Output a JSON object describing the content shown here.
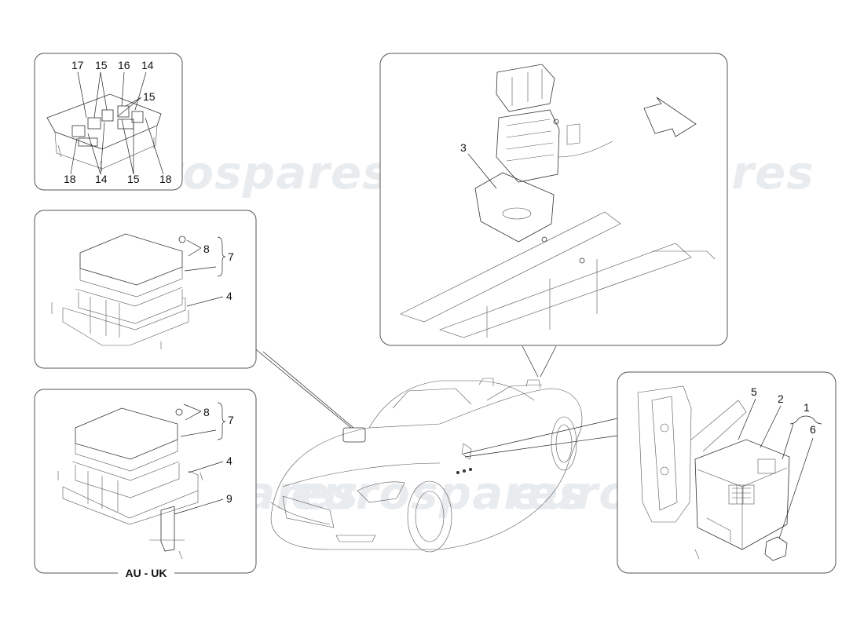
{
  "watermark": "eurospares",
  "region_label": "AU - UK",
  "callouts": {
    "fusebox_top": {
      "c17": "17",
      "c15a": "15",
      "c16": "16",
      "c14a": "14",
      "c15b": "15",
      "c18a": "18",
      "c14b": "14",
      "c15c": "15",
      "c18b": "18"
    },
    "module_std": {
      "c8": "8",
      "c7": "7",
      "c4": "4"
    },
    "module_au_uk": {
      "c8": "8",
      "c7": "7",
      "c4": "4",
      "c9": "9"
    },
    "engine_bay": {
      "c3": "3"
    },
    "interior_box": {
      "c5": "5",
      "c2": "2",
      "c1": "1",
      "c6": "6"
    }
  }
}
